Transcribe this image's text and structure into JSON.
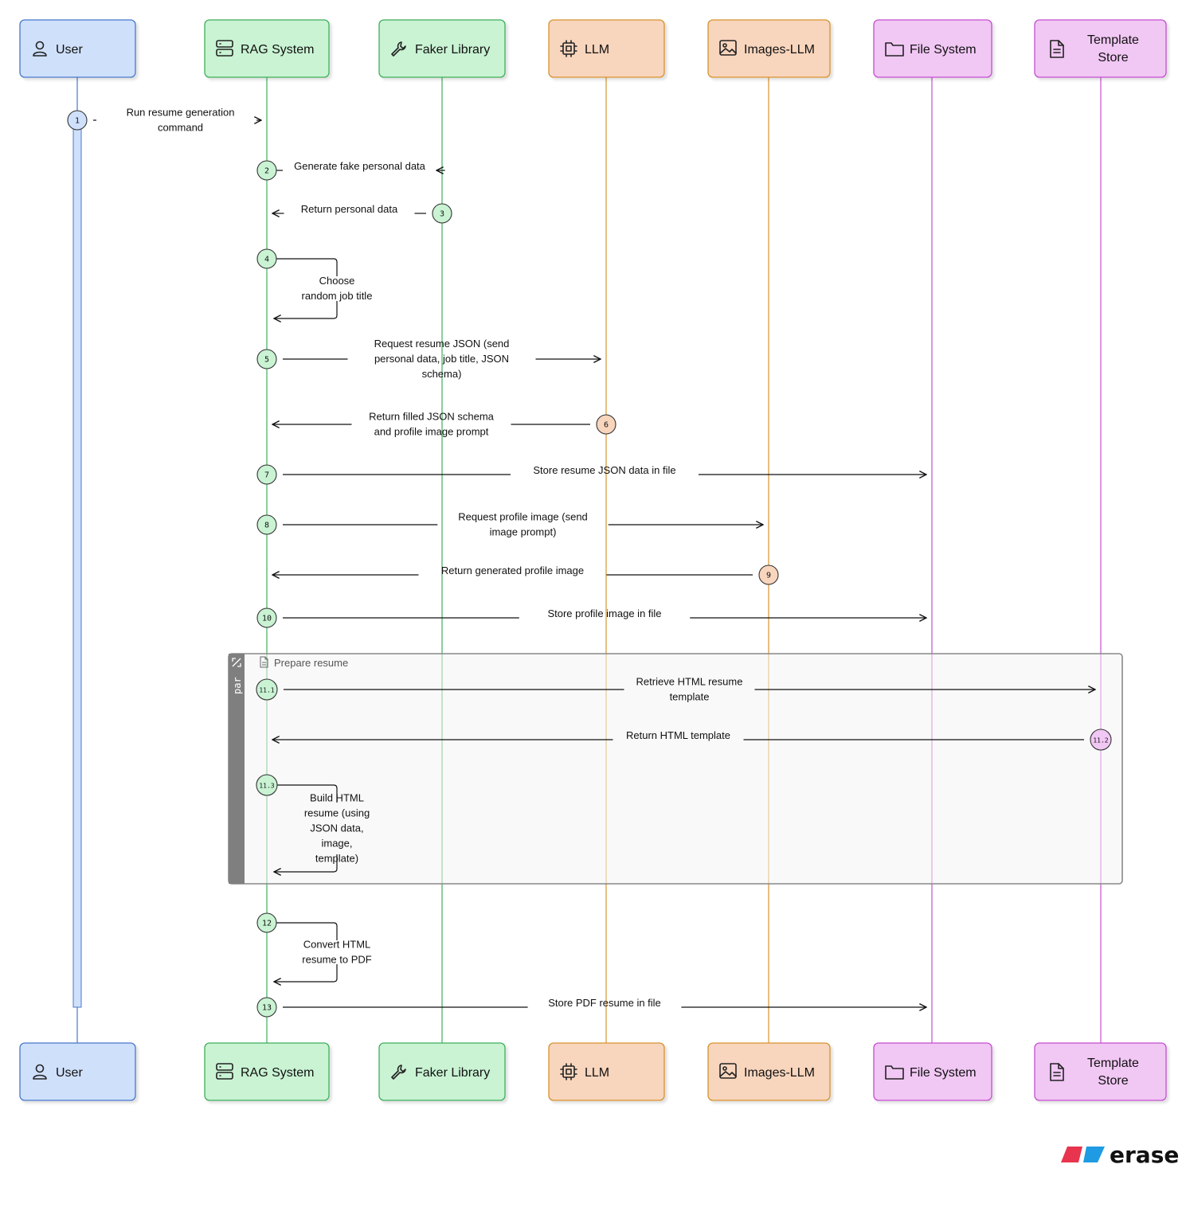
{
  "participants": [
    {
      "id": "user",
      "label": "User",
      "icon": "user-icon",
      "fill": "#cfe0fb",
      "stroke": "#4a78c9",
      "line": "#4a78c9"
    },
    {
      "id": "rag",
      "label": "RAG System",
      "icon": "server-icon",
      "fill": "#c9f3d3",
      "stroke": "#3fae5b",
      "line": "#3fae5b"
    },
    {
      "id": "faker",
      "label": "Faker Library",
      "icon": "wrench-icon",
      "fill": "#c9f3d3",
      "stroke": "#3fae5b",
      "line": "#3fae5b"
    },
    {
      "id": "llm",
      "label": "LLM",
      "icon": "cpu-icon",
      "fill": "#f8d5bd",
      "stroke": "#d7922f",
      "line": "#d7922f"
    },
    {
      "id": "imgllm",
      "label": "Images-LLM",
      "icon": "image-icon",
      "fill": "#f8d5bd",
      "stroke": "#d7922f",
      "line": "#d7922f"
    },
    {
      "id": "fs",
      "label": "File System",
      "icon": "folder-icon",
      "fill": "#f1c7f4",
      "stroke": "#c44fd0",
      "line": "#c44fd0"
    },
    {
      "id": "tpl",
      "label": "Template\nStore",
      "icon": "document-icon",
      "fill": "#f1c7f4",
      "stroke": "#c44fd0",
      "line": "#c44fd0"
    }
  ],
  "messages": [
    {
      "num": "1",
      "from": "user",
      "to": "rag",
      "type": "call",
      "label": "Run resume generation\ncommand"
    },
    {
      "num": "2",
      "from": "rag",
      "to": "faker",
      "type": "call",
      "label": "Generate fake personal data"
    },
    {
      "num": "3",
      "from": "faker",
      "to": "rag",
      "type": "return",
      "label": "Return personal data"
    },
    {
      "num": "4",
      "from": "rag",
      "to": "rag",
      "type": "self",
      "label": "Choose\nrandom job title"
    },
    {
      "num": "5",
      "from": "rag",
      "to": "llm",
      "type": "call",
      "label": "Request resume JSON (send\npersonal data, job title, JSON\nschema)"
    },
    {
      "num": "6",
      "from": "llm",
      "to": "rag",
      "type": "return",
      "label": "Return filled JSON schema\nand profile image prompt"
    },
    {
      "num": "7",
      "from": "rag",
      "to": "fs",
      "type": "call",
      "label": "Store resume JSON data in file"
    },
    {
      "num": "8",
      "from": "rag",
      "to": "imgllm",
      "type": "call",
      "label": "Request profile image (send\nimage prompt)"
    },
    {
      "num": "9",
      "from": "imgllm",
      "to": "rag",
      "type": "return",
      "label": "Return generated profile image"
    },
    {
      "num": "10",
      "from": "rag",
      "to": "fs",
      "type": "call",
      "label": "Store profile image in file"
    },
    {
      "num": "11.1",
      "from": "rag",
      "to": "tpl",
      "type": "call",
      "label": "Retrieve HTML resume\ntemplate"
    },
    {
      "num": "11.2",
      "from": "tpl",
      "to": "rag",
      "type": "return",
      "label": "Return HTML template"
    },
    {
      "num": "11.3",
      "from": "rag",
      "to": "rag",
      "type": "self",
      "label": "Build HTML\nresume (using\nJSON data,\nimage,\ntemplate)"
    },
    {
      "num": "12",
      "from": "rag",
      "to": "rag",
      "type": "self",
      "label": "Convert HTML\nresume to PDF"
    },
    {
      "num": "13",
      "from": "rag",
      "to": "fs",
      "type": "call",
      "label": "Store PDF resume in file"
    }
  ],
  "par_block": {
    "tag": "par",
    "title": "Prepare resume"
  },
  "brand": {
    "name": "eraser",
    "colors": [
      "#e8344e",
      "#1e9be3"
    ]
  }
}
